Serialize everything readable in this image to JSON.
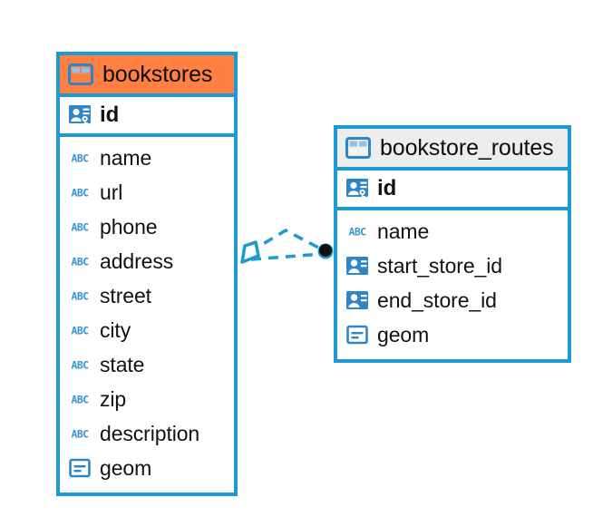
{
  "diagram": {
    "title": "database-entity-relationship-diagram",
    "colors": {
      "border_blue": "#1b9ad6",
      "header_accent_orange": "#ff8040",
      "header_neutral_gray": "#ededed",
      "icon_blue": "#3a93d0",
      "text_black": "#121212",
      "connector_blue": "#1b9ad6",
      "connector_endpoint_dark": "#101010"
    },
    "entities": [
      {
        "name": "bookstores",
        "header_style": "accent",
        "header_icon": "table-grid-icon",
        "primary_key": {
          "label": "id",
          "icon": "primary-key-card-icon"
        },
        "fields": [
          {
            "label": "name",
            "icon": "abc-text-icon"
          },
          {
            "label": "url",
            "icon": "abc-text-icon"
          },
          {
            "label": "phone",
            "icon": "abc-text-icon"
          },
          {
            "label": "address",
            "icon": "abc-text-icon"
          },
          {
            "label": "street",
            "icon": "abc-text-icon"
          },
          {
            "label": "city",
            "icon": "abc-text-icon"
          },
          {
            "label": "state",
            "icon": "abc-text-icon"
          },
          {
            "label": "zip",
            "icon": "abc-text-icon"
          },
          {
            "label": "description",
            "icon": "abc-text-icon"
          },
          {
            "label": "geom",
            "icon": "geometry-blob-icon"
          }
        ]
      },
      {
        "name": "bookstore_routes",
        "header_style": "neutral",
        "header_icon": "table-grid-icon",
        "primary_key": {
          "label": "id",
          "icon": "primary-key-card-icon"
        },
        "fields": [
          {
            "label": "name",
            "icon": "abc-text-icon"
          },
          {
            "label": "start_store_id",
            "icon": "foreign-key-card-icon"
          },
          {
            "label": "end_store_id",
            "icon": "foreign-key-card-icon"
          },
          {
            "label": "geom",
            "icon": "geometry-blob-icon"
          }
        ]
      }
    ],
    "relationship": {
      "style": "dashed",
      "left_endpoint": "diamond-outline-marker",
      "right_endpoint": "filled-circle-marker"
    }
  }
}
